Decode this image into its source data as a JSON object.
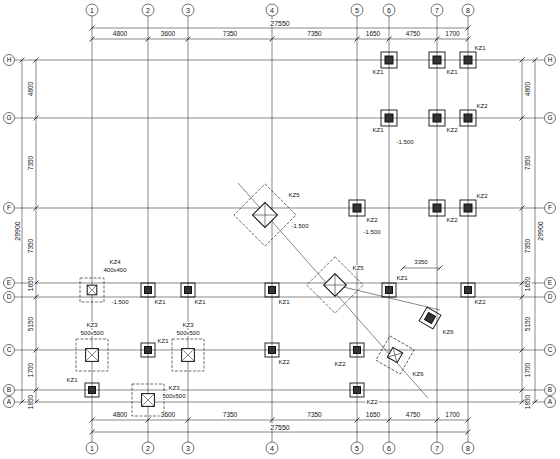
{
  "diagram": {
    "labels": [
      "1",
      "2",
      "3",
      "4",
      "5",
      "6",
      "7",
      "8",
      "1",
      "2",
      "3",
      "4",
      "5",
      "6",
      "7",
      "8",
      "H",
      "G",
      "F",
      "E",
      "D",
      "C",
      "B",
      "A",
      "H",
      "G",
      "F",
      "E",
      "D",
      "C",
      "B",
      "A",
      "4800",
      "3600",
      "7350",
      "7350",
      "1650",
      "4750",
      "1700",
      "27550",
      "4800",
      "3600",
      "7350",
      "7350",
      "1650",
      "4750",
      "1700",
      "27550",
      "4800",
      "7350",
      "7350",
      "1650",
      "5150",
      "1700",
      "1850",
      "29900",
      "4800",
      "7350",
      "7350",
      "1650",
      "5150",
      "1700",
      "1850",
      "29900",
      "KZ1",
      "KZ1",
      "KZ1",
      "KZ1",
      "KZ2",
      "KZ2",
      "KZ2",
      "KZ2",
      "KZ2",
      "KZ4",
      "400x400",
      "KZ1",
      "KZ1",
      "KZ1",
      "KZ5",
      "KZ5",
      "KZ1",
      "KZ2",
      "KZ3",
      "500x500",
      "KZ3",
      "500x500",
      "KZ3",
      "500x500",
      "KZ1",
      "KZ2",
      "KZ2",
      "KZ6",
      "KZ6",
      "KZ1",
      "KZ2",
      "-1.500",
      "-1.500",
      "-1.500",
      "-1.500",
      "3350"
    ]
  }
}
